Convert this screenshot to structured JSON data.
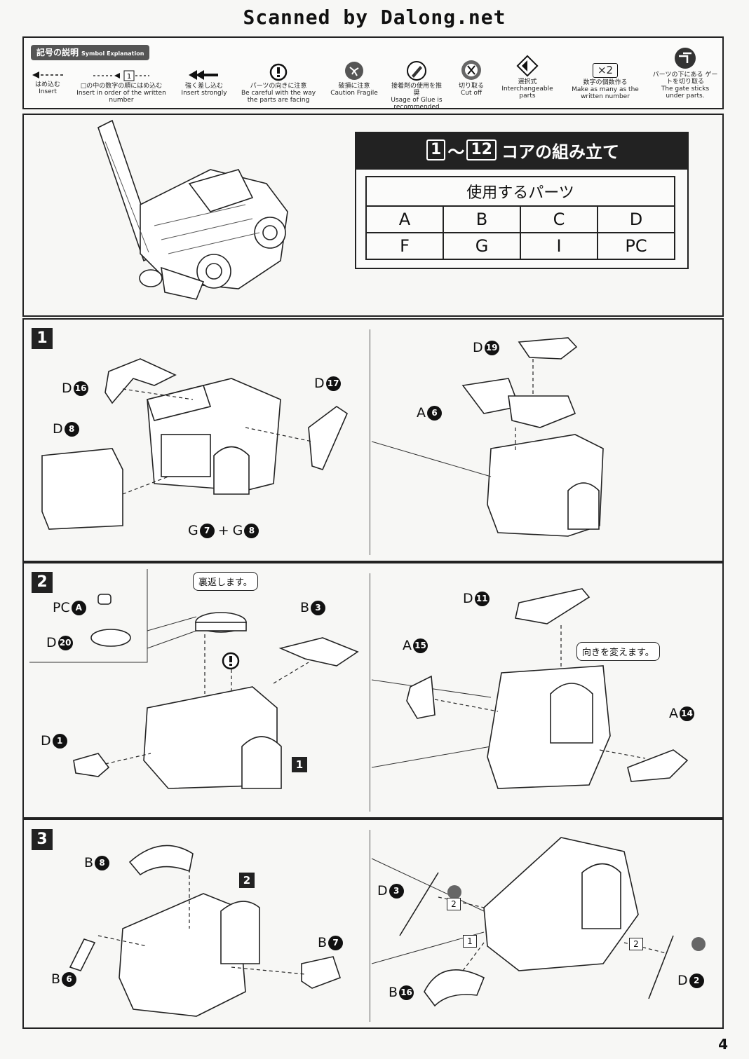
{
  "header": {
    "scan_title": "Scanned by Dalong.net"
  },
  "legend": {
    "label_jp": "記号の説明",
    "label_en": "Symbol Explanation",
    "items": [
      {
        "jp": "はめ込む",
        "en": "Insert",
        "icon": "arrow-left-dashed-icon"
      },
      {
        "jp": "□の中の数字の順にはめ込む",
        "en": "Insert in order of the written number",
        "icon": "numbered-arrow-icon"
      },
      {
        "jp": "強く差し込む",
        "en": "Insert strongly",
        "icon": "double-arrow-icon"
      },
      {
        "jp": "パーツの向きに注意",
        "en": "Be careful with the way the parts are facing",
        "icon": "exclamation-icon"
      },
      {
        "jp": "破損に注意",
        "en": "Caution Fragile",
        "icon": "fragile-icon"
      },
      {
        "jp": "接着剤の使用を推奨",
        "en": "Usage of Glue is recommended",
        "icon": "glue-icon"
      },
      {
        "jp": "切り取る",
        "en": "Cut off",
        "icon": "cut-icon"
      },
      {
        "jp": "選択式",
        "en": "Interchangeable parts",
        "icon": "select-icon"
      },
      {
        "jp": "数字の個数作る",
        "en": "Make as many as the written number",
        "icon": "multiply-icon",
        "badge": "×2"
      },
      {
        "jp": "パーツの下にある ゲートを切り取る",
        "en": "The gate sticks under parts.",
        "icon": "gate-icon"
      }
    ]
  },
  "section": {
    "start": "1",
    "range_sep": "～",
    "end": "12",
    "title": "コアの組み立て",
    "parts_heading": "使用するパーツ",
    "parts_rows": [
      [
        "A",
        "B",
        "C",
        "D"
      ],
      [
        "F",
        "G",
        "I",
        "PC"
      ]
    ]
  },
  "steps": {
    "s1": {
      "number": "1",
      "callouts": [
        {
          "letter": "D",
          "num": "16"
        },
        {
          "letter": "D",
          "num": "8"
        },
        {
          "letter": "D",
          "num": "17"
        },
        {
          "letter": "G",
          "num": "7",
          "plus": "+",
          "letter2": "G",
          "num2": "8"
        },
        {
          "letter": "D",
          "num": "19"
        },
        {
          "letter": "A",
          "num": "6"
        }
      ]
    },
    "s2": {
      "number": "2",
      "callouts": [
        {
          "letter": "PC",
          "num": "A"
        },
        {
          "letter": "D",
          "num": "20"
        },
        {
          "letter": "B",
          "num": "3"
        },
        {
          "letter": "D",
          "num": "1"
        },
        {
          "letter": "D",
          "num": "11"
        },
        {
          "letter": "A",
          "num": "15"
        },
        {
          "letter": "A",
          "num": "14"
        }
      ],
      "note_flip": "裏返します。",
      "note_turn": "向きを変えます。",
      "ref": "1"
    },
    "s3": {
      "number": "3",
      "callouts": [
        {
          "letter": "B",
          "num": "8"
        },
        {
          "letter": "B",
          "num": "6"
        },
        {
          "letter": "B",
          "num": "7"
        },
        {
          "letter": "D",
          "num": "3"
        },
        {
          "letter": "B",
          "num": "16"
        },
        {
          "letter": "D",
          "num": "2"
        }
      ],
      "ref": "2",
      "seq": [
        "2",
        "1",
        "2"
      ]
    }
  },
  "page": {
    "number": "4"
  }
}
